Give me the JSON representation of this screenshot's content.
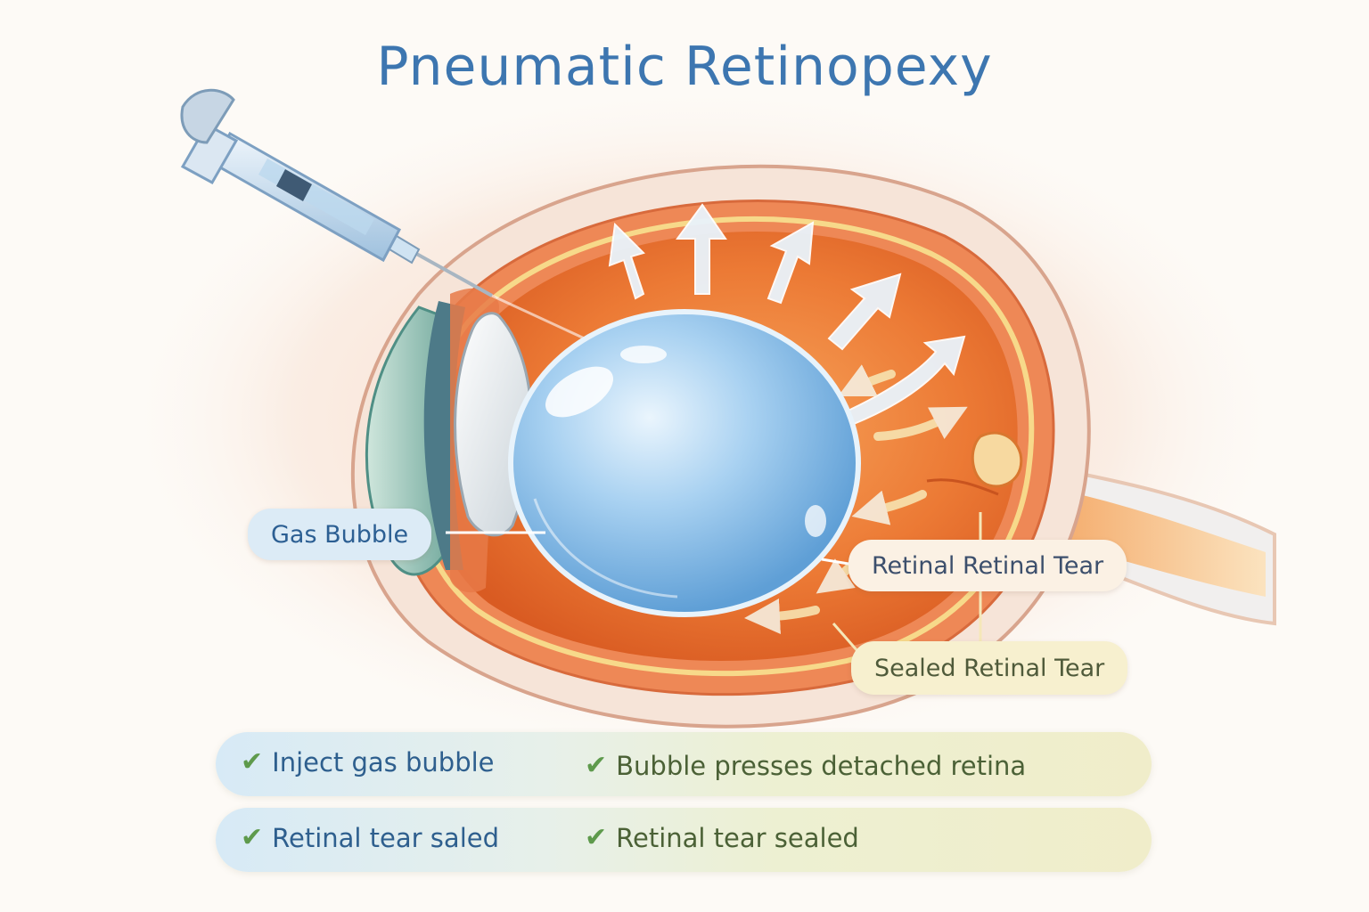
{
  "title": "Pneumatic Retinopexy",
  "labels": {
    "gas_bubble": "Gas Bubble",
    "retinal_tear": "Retinal Retinal Tear",
    "sealed_tear": "Sealed Retinal Tear"
  },
  "steps": [
    {
      "check_icon": "✔",
      "text": "Inject gas bubble"
    },
    {
      "check_icon": "✔",
      "text": "Bubble presses detached retina"
    },
    {
      "check_icon": "✔",
      "text": "Retinal tear saled"
    },
    {
      "check_icon": "✔",
      "text": "Retinal tear sealed"
    }
  ],
  "colors": {
    "title": "#3d76b0",
    "bubble": "#8cc0ea",
    "choroid": "#e56a2c",
    "sclera": "#f4d9c8",
    "check": "#5e9a4c"
  },
  "icons": [
    "syringe-icon",
    "gas-bubble-icon",
    "arrow-icon",
    "check-icon"
  ]
}
